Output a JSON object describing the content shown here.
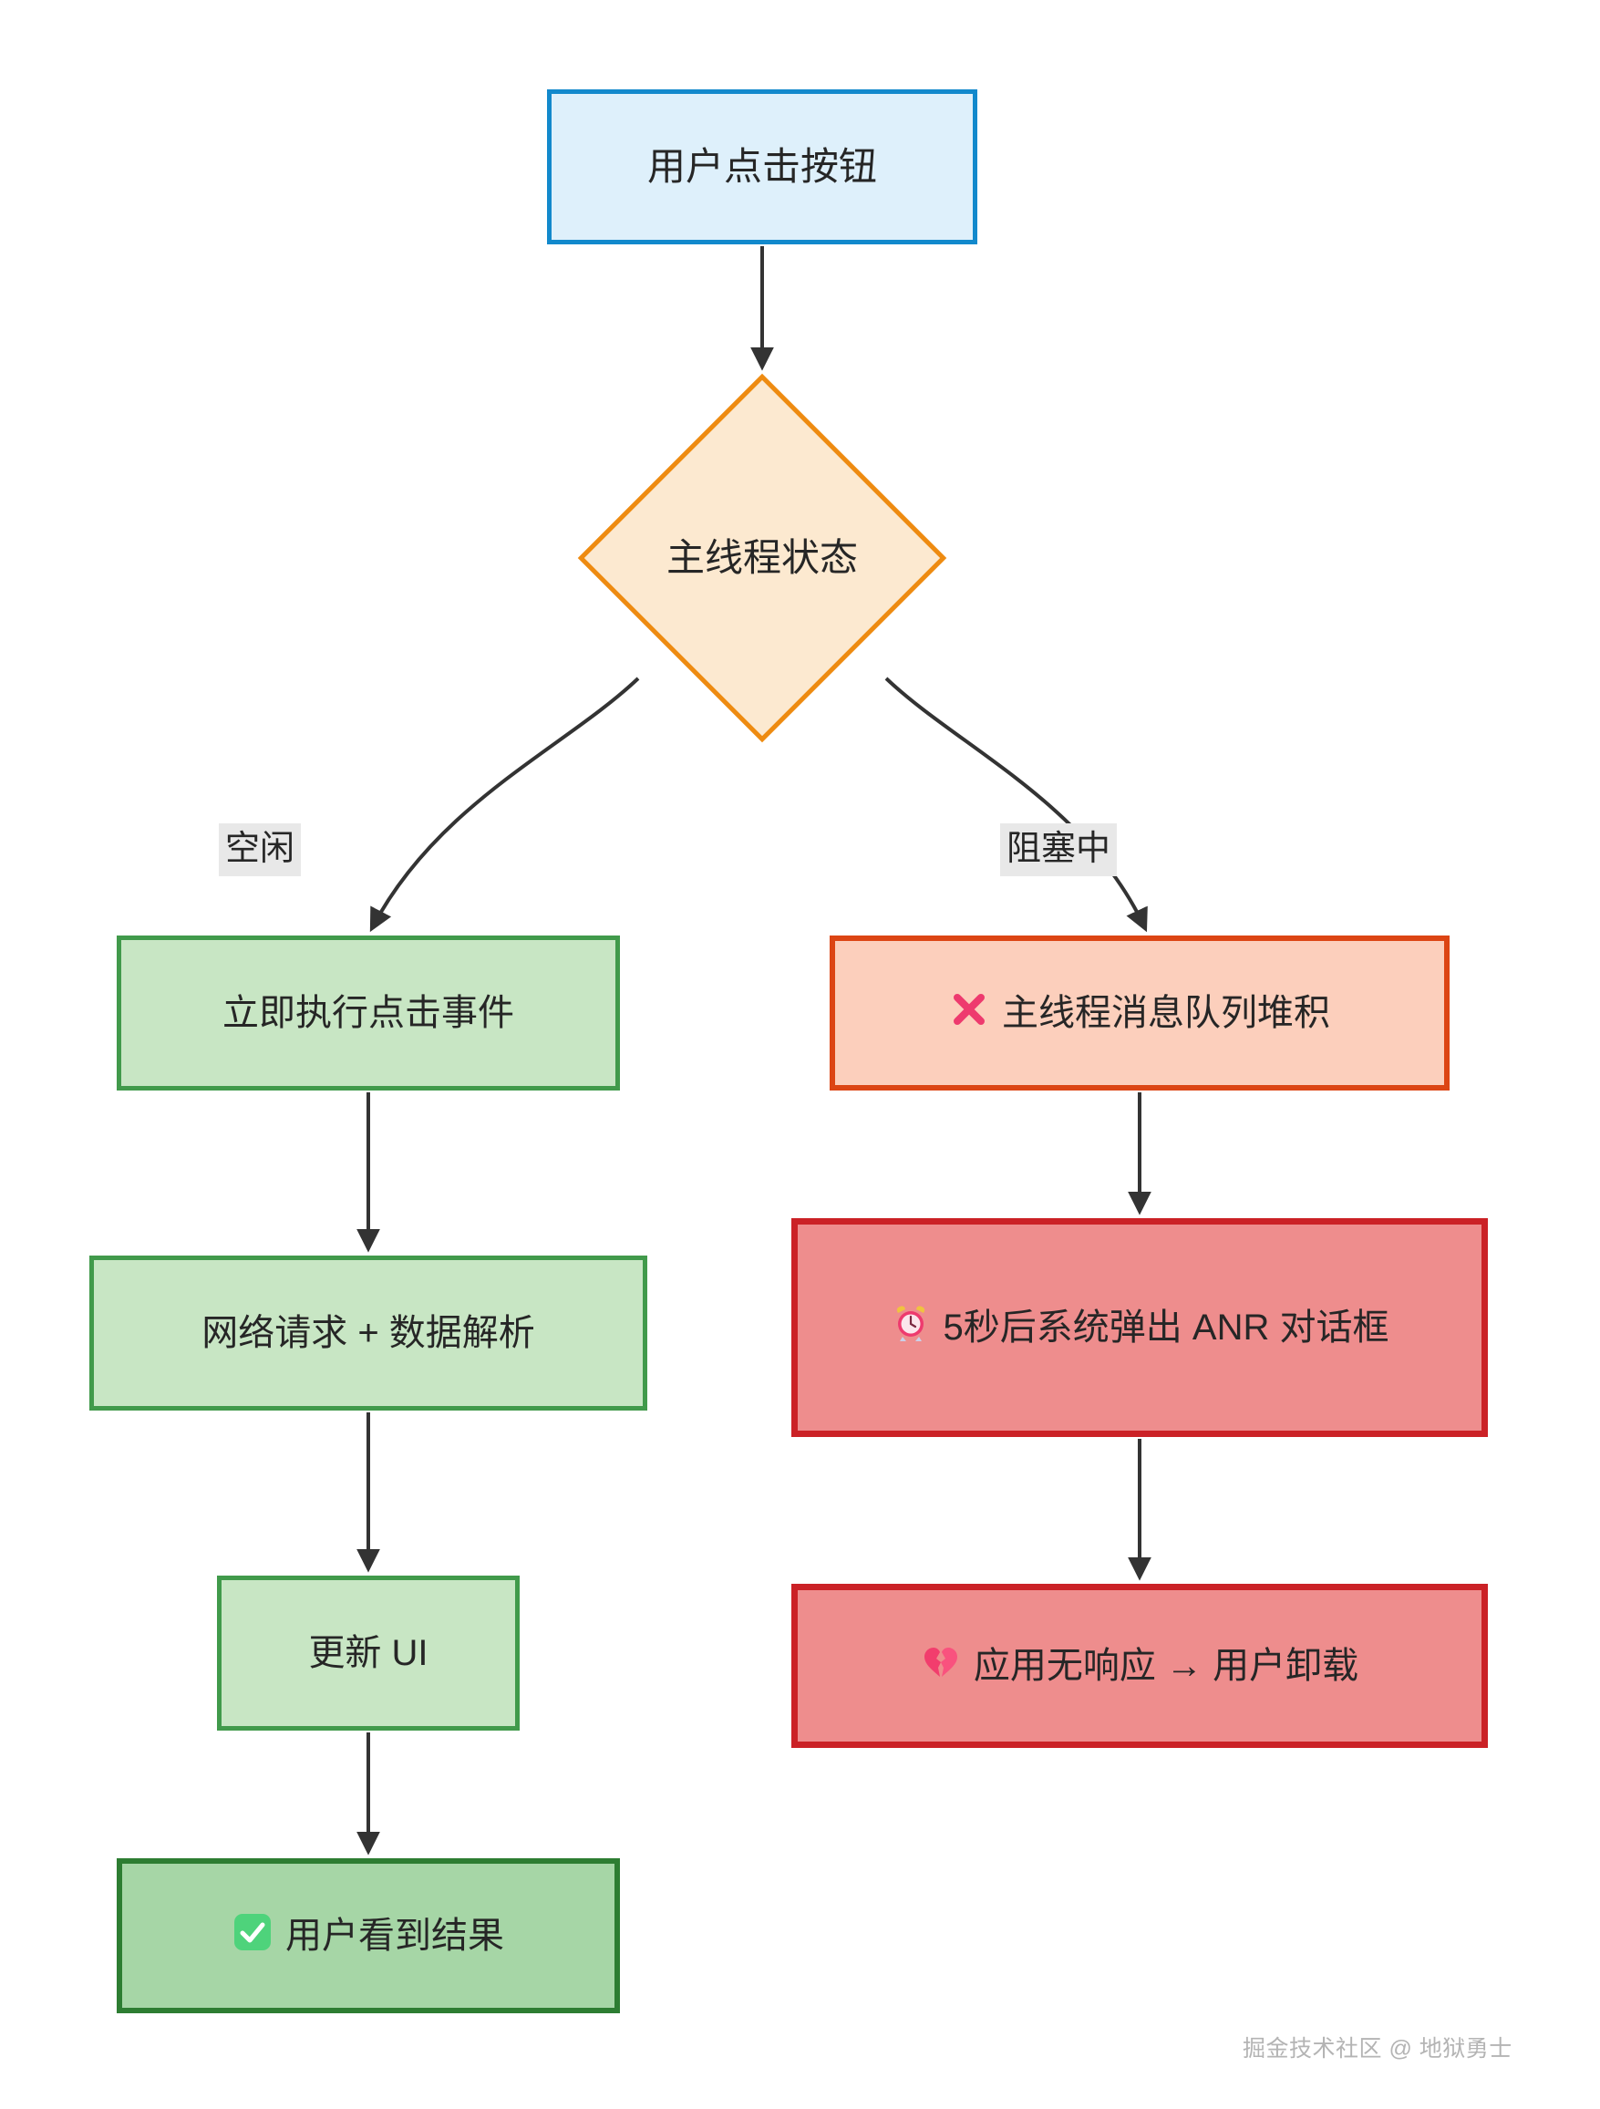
{
  "diagram": {
    "type": "flowchart",
    "title": "Android ANR flowchart",
    "nodes": {
      "start": {
        "text": "用户点击按钮",
        "shape": "rectangle",
        "fill": "#DEF0FB",
        "stroke": "#1289CC"
      },
      "decision": {
        "text": "主线程状态",
        "shape": "diamond",
        "fill": "#FCE9D0",
        "stroke": "#EE8B11"
      },
      "exec": {
        "text": "立即执行点击事件",
        "shape": "rectangle",
        "fill": "#C8E6C4",
        "stroke": "#419A4B"
      },
      "network": {
        "text": "网络请求 + 数据解析",
        "shape": "rectangle",
        "fill": "#C8E6C4",
        "stroke": "#419A4B"
      },
      "update_ui": {
        "text": "更新 UI",
        "shape": "rectangle",
        "fill": "#C8E6C4",
        "stroke": "#419A4B"
      },
      "seen": {
        "icon": "white-check-mark-icon",
        "text": "用户看到结果",
        "shape": "rectangle",
        "fill": "#A6D6A6",
        "stroke": "#2D7D32"
      },
      "queue": {
        "icon": "cross-mark-icon",
        "text": "主线程消息队列堆积",
        "shape": "rectangle",
        "fill": "#FCCFBC",
        "stroke": "#DC4514"
      },
      "anr": {
        "icon": "alarm-clock-icon",
        "text": "5秒后系统弹出 ANR 对话框",
        "shape": "rectangle",
        "fill": "#EE8D8D",
        "stroke": "#CB2126"
      },
      "uninstall": {
        "icon": "broken-heart-icon",
        "text": "应用无响应 → 用户卸载",
        "shape": "rectangle",
        "fill": "#EE8D8D",
        "stroke": "#CB2126"
      }
    },
    "edge_labels": {
      "idle": "空闲",
      "blocked": "阻塞中"
    },
    "edges": [
      {
        "from": "start",
        "to": "decision",
        "label": ""
      },
      {
        "from": "decision",
        "to": "exec",
        "label": "空闲"
      },
      {
        "from": "decision",
        "to": "queue",
        "label": "阻塞中"
      },
      {
        "from": "exec",
        "to": "network",
        "label": ""
      },
      {
        "from": "network",
        "to": "update_ui",
        "label": ""
      },
      {
        "from": "update_ui",
        "to": "seen",
        "label": ""
      },
      {
        "from": "queue",
        "to": "anr",
        "label": ""
      },
      {
        "from": "anr",
        "to": "uninstall",
        "label": ""
      }
    ],
    "watermark": "掘金技术社区 @ 地狱勇士",
    "edge_stroke": "#333333"
  }
}
